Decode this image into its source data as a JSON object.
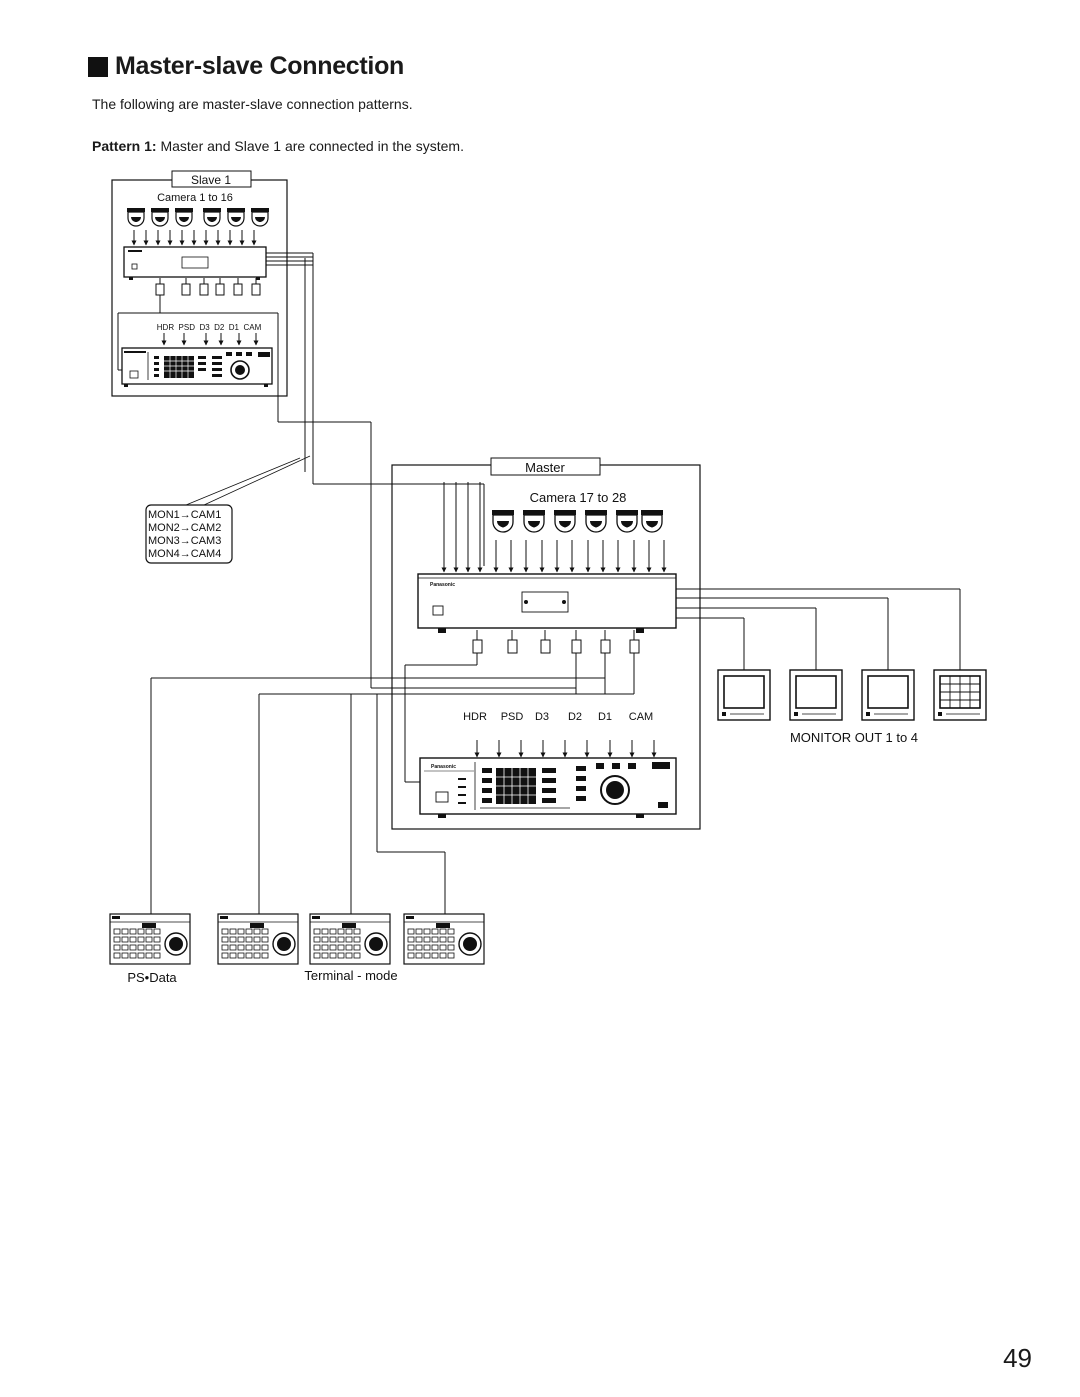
{
  "page": {
    "title": "Master-slave Connection",
    "intro": "The following are master-slave connection patterns.",
    "pattern_label": "Pattern 1:",
    "pattern_text": " Master and Slave 1 are connected in the system.",
    "page_number": "49"
  },
  "diagram": {
    "slave_label": "Slave 1",
    "slave_cameras": "Camera 1 to 16",
    "slave_ports": "HDR  PSD  D3  D2  D1  CAM",
    "master_label": "Master",
    "master_cameras": "Camera 17 to 28",
    "master_ports": [
      "HDR",
      "PSD",
      "D3",
      "D2",
      "D1",
      "CAM"
    ],
    "monitor_map": [
      "MON1→CAM1",
      "MON2→CAM2",
      "MON3→CAM3",
      "MON4→CAM4"
    ],
    "monitor_out": "MONITOR OUT 1 to 4",
    "ps_data": "PS•Data",
    "terminal_mode": "Terminal - mode",
    "brand": "Panasonic"
  }
}
